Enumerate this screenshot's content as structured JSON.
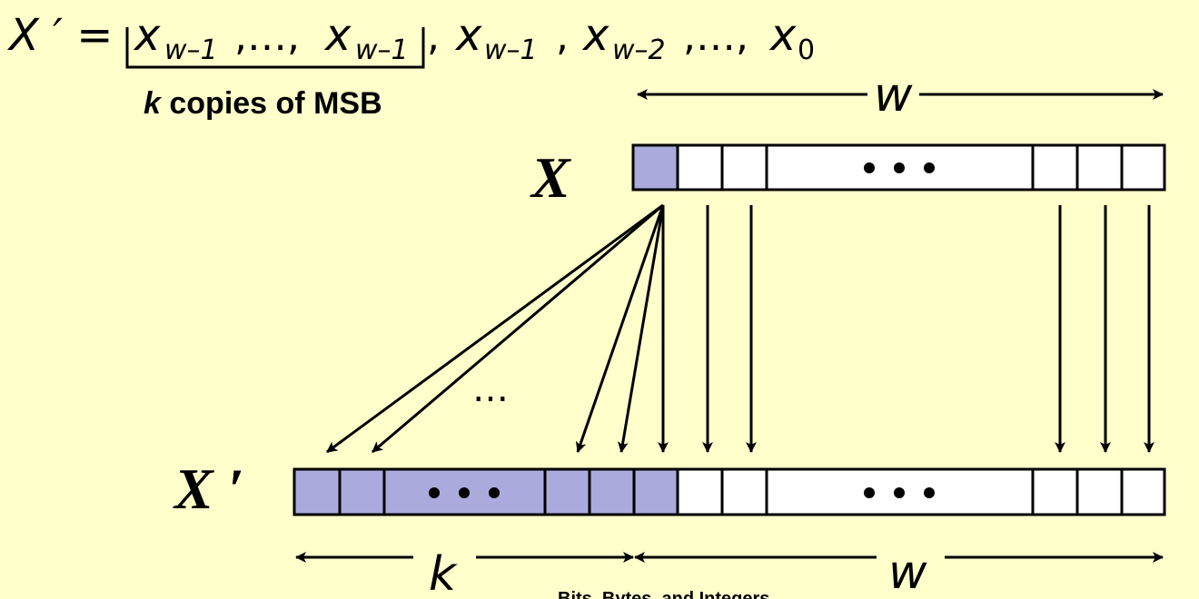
{
  "formula": {
    "lhs": "X ′ =",
    "x": "x",
    "sub_w1": "w–1",
    "sub_w2": "w–2",
    "sub_0": "0",
    "sep_ellipsis": ",…,",
    "comma": ","
  },
  "brace_caption_k": "k",
  "brace_caption_rest": " copies of MSB",
  "label_x": "X",
  "label_xprime": "X ′",
  "label_w_top": "w",
  "label_k_bottom": "k",
  "label_w_bottom": "w",
  "inner_ellipsis": "…",
  "footer_text": "Bits, Bytes, and Integers",
  "colors": {
    "background": "#ffffcc",
    "msb_fill": "#aaaadd",
    "cell_fill": "#ffffff"
  }
}
